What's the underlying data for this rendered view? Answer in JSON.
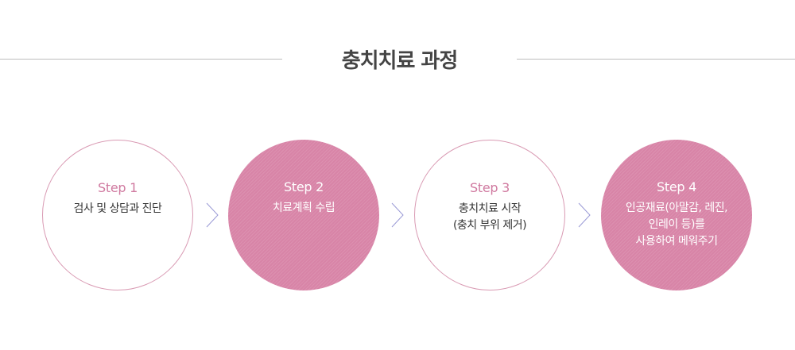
{
  "heading": {
    "title": "충치치료 과정"
  },
  "steps": [
    {
      "label": "Step 1",
      "desc": "검사 및 상담과 진단"
    },
    {
      "label": "Step 2",
      "desc": "치료계획 수립"
    },
    {
      "label": "Step 3",
      "desc": "충치치료 시작\n(충치 부위 제거)"
    },
    {
      "label": "Step 4",
      "desc": "인공재료(아말감, 레진,\n인레이 등)를\n사용하여 메워주기"
    }
  ],
  "icons": {
    "arrow": "chevron-right-icon"
  },
  "colors": {
    "accent": "#d884a7",
    "outline": "#d99ab3",
    "arrow": "#9a9ad6",
    "title": "#444444"
  }
}
